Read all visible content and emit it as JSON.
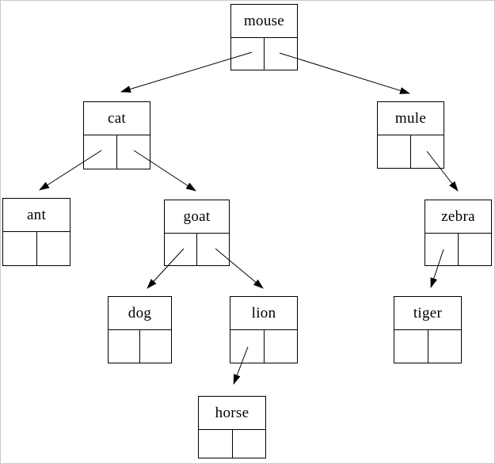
{
  "diagram": {
    "type": "binary-tree-linked-node-diagram",
    "root": "mouse",
    "colors": {
      "background": "#ffffff",
      "frame_border": "#c9c9c9",
      "node_border": "#000000",
      "arrow": "#000000",
      "text": "#000000"
    },
    "nodes": [
      {
        "id": "mouse",
        "label": "mouse",
        "left_child": "cat",
        "right_child": "mule"
      },
      {
        "id": "cat",
        "label": "cat",
        "left_child": "ant",
        "right_child": "goat"
      },
      {
        "id": "mule",
        "label": "mule",
        "left_child": null,
        "right_child": "zebra"
      },
      {
        "id": "ant",
        "label": "ant",
        "left_child": null,
        "right_child": null
      },
      {
        "id": "goat",
        "label": "goat",
        "left_child": "dog",
        "right_child": "lion"
      },
      {
        "id": "zebra",
        "label": "zebra",
        "left_child": "tiger",
        "right_child": null
      },
      {
        "id": "dog",
        "label": "dog",
        "left_child": null,
        "right_child": null
      },
      {
        "id": "lion",
        "label": "lion",
        "left_child": "horse",
        "right_child": null
      },
      {
        "id": "tiger",
        "label": "tiger",
        "left_child": null,
        "right_child": null
      },
      {
        "id": "horse",
        "label": "horse",
        "left_child": null,
        "right_child": null
      }
    ],
    "edges": [
      {
        "from": "mouse",
        "pointer": "left",
        "to": "cat"
      },
      {
        "from": "mouse",
        "pointer": "right",
        "to": "mule"
      },
      {
        "from": "cat",
        "pointer": "left",
        "to": "ant"
      },
      {
        "from": "cat",
        "pointer": "right",
        "to": "goat"
      },
      {
        "from": "mule",
        "pointer": "right",
        "to": "zebra"
      },
      {
        "from": "goat",
        "pointer": "left",
        "to": "dog"
      },
      {
        "from": "goat",
        "pointer": "right",
        "to": "lion"
      },
      {
        "from": "zebra",
        "pointer": "left",
        "to": "tiger"
      },
      {
        "from": "lion",
        "pointer": "left",
        "to": "horse"
      }
    ]
  }
}
